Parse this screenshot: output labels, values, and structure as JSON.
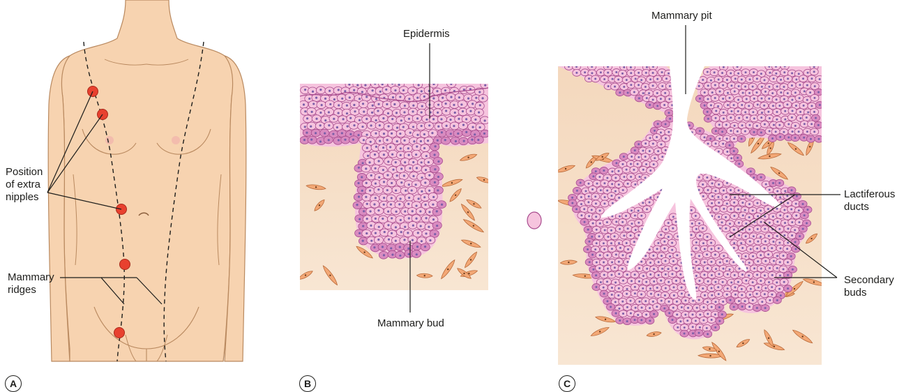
{
  "panels": {
    "a": {
      "letter": "A",
      "label_position": "Position\nof extra\nnipples",
      "label_ridges": "Mammary\nridges"
    },
    "b": {
      "letter": "B",
      "label_epidermis": "Epidermis",
      "label_bud": "Mammary bud"
    },
    "c": {
      "letter": "C",
      "label_pit": "Mammary pit",
      "label_ducts": "Lactiferous\nducts",
      "label_secondary": "Secondary\nbuds"
    }
  },
  "colors": {
    "skin": "#f7d3b0",
    "skin_outline": "#b9895f",
    "nipple_extra": "#e8412f",
    "cell_fill": "#f6c4de",
    "cell_basal": "#d98bc0",
    "cell_outline": "#a84b8e",
    "nucleus": "#7a5fa8",
    "mesenchyme": "#f6dcc2",
    "fibroblast": "#f3a876",
    "line": "#1d1d1b"
  }
}
